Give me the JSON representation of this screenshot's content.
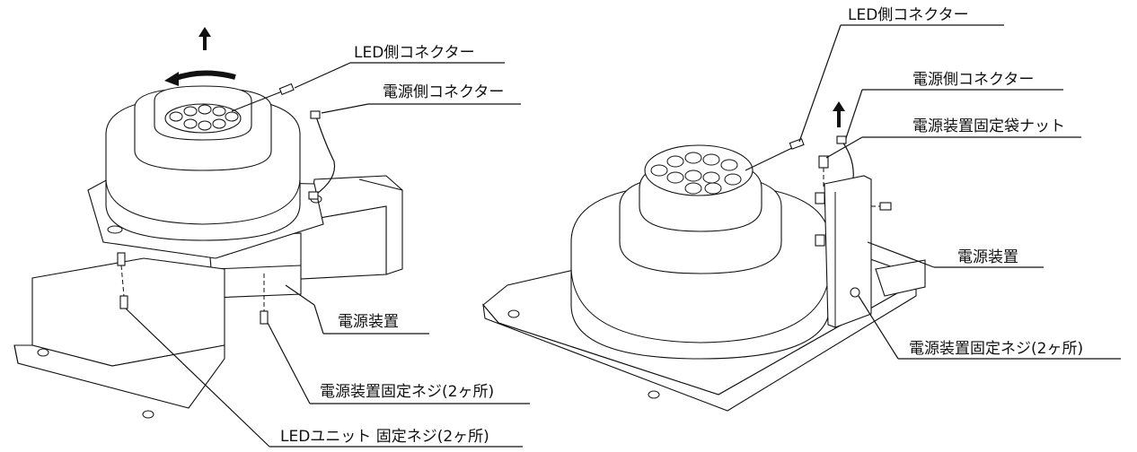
{
  "left_figure": {
    "labels": {
      "led_connector": "LED側コネクター",
      "power_connector": "電源側コネクター",
      "power_unit": "電源装置",
      "power_unit_screws": "電源装置固定ネジ(2ヶ所)",
      "led_unit_screws": "LEDユニット 固定ネジ(2ヶ所)"
    }
  },
  "right_figure": {
    "labels": {
      "led_connector": "LED側コネクター",
      "power_connector": "電源側コネクター",
      "power_unit_cap_nut": "電源装置固定袋ナット",
      "power_unit": "電源装置",
      "power_unit_screws": "電源装置固定ネジ(2ヶ所)"
    }
  }
}
